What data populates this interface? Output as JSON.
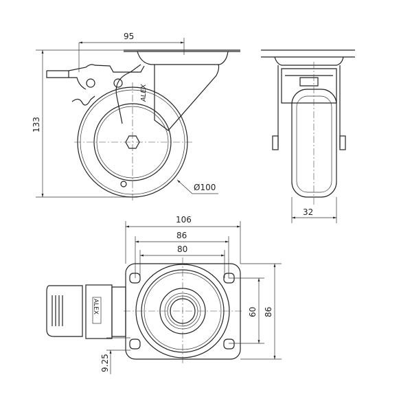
{
  "drawing": {
    "side_view": {
      "width_dim": "95",
      "height_dim": "133",
      "wheel_dim": "Ø100",
      "logo": "ALEX"
    },
    "front_view": {
      "wheel_width_dim": "32"
    },
    "top_view": {
      "plate_width_dim": "106",
      "hole_spacing_outer_dim": "86",
      "hole_spacing_inner_dim": "80",
      "hole_spacing_vertical_dim": "60",
      "plate_height_dim": "86",
      "offset_dim": "9.25",
      "brake_logo": "ALEX"
    }
  }
}
